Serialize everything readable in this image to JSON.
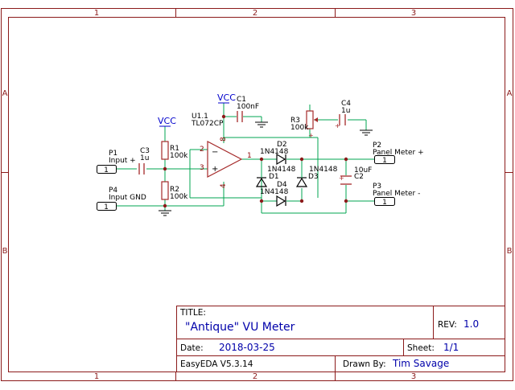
{
  "frame": {
    "columns": [
      "1",
      "2",
      "3"
    ],
    "rows": [
      "A",
      "B"
    ]
  },
  "title_block": {
    "title_label": "TITLE:",
    "title": "\"Antique\" VU Meter",
    "rev_label": "REV:",
    "rev": "1.0",
    "date_label": "Date:",
    "date": "2018-03-25",
    "sheet_label": "Sheet:",
    "sheet": "1/1",
    "software": "EasyEDA V5.3.14",
    "drawn_by_label": "Drawn By:",
    "drawn_by": "Tim Savage"
  },
  "components": {
    "u1": {
      "ref": "U1.1",
      "value": "TL072CP",
      "pin_minus": "2",
      "pin_plus": "3",
      "pin_out": "1",
      "pin_vcc": "8",
      "pin_gnd": "4",
      "sym_minus": "−",
      "sym_plus": "+"
    },
    "c1": {
      "ref": "C1",
      "value": "100nF"
    },
    "c2": {
      "ref": "C2",
      "value": "10uF",
      "polarity": "+"
    },
    "c3": {
      "ref": "C3",
      "value": "1u"
    },
    "c4": {
      "ref": "C4",
      "value": "1u",
      "polarity": "+"
    },
    "r1": {
      "ref": "R1",
      "value": "100k"
    },
    "r2": {
      "ref": "R2",
      "value": "100k"
    },
    "r3": {
      "ref": "R3",
      "value": "100k",
      "wiper": "+"
    },
    "d1": {
      "ref": "D1",
      "value": "1N4148"
    },
    "d2": {
      "ref": "D2",
      "value": "1N4148"
    },
    "d3": {
      "ref": "D3",
      "value": "1N4148"
    },
    "d4": {
      "ref": "D4",
      "value": "1N4148"
    },
    "p1": {
      "ref": "P1",
      "name": "Input +",
      "pin": "1"
    },
    "p2": {
      "ref": "P2",
      "name": "Panel Meter +",
      "pin": "1"
    },
    "p3": {
      "ref": "P3",
      "name": "Panel Meter -",
      "pin": "1"
    },
    "p4": {
      "ref": "P4",
      "name": "Input GND",
      "pin": "1"
    }
  },
  "power": {
    "vcc_bias": "VCC",
    "vcc_opamp": "VCC"
  },
  "colors": {
    "frame": "#8b1a1a",
    "wire": "#00a651",
    "part": "#a52a2a",
    "text": "#0000aa",
    "pin_text": "#8b0000",
    "power": "#0000cc"
  }
}
